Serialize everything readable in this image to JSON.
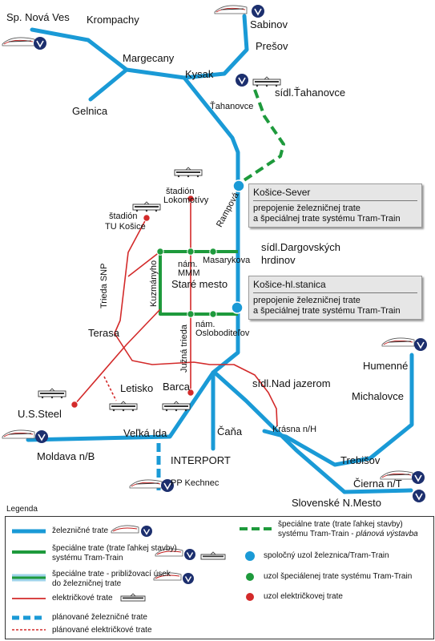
{
  "places": {
    "sp_nova_ves": "Sp. Nová Ves",
    "krompachy": "Krompachy",
    "margecany": "Margecany",
    "gelnica": "Gelnica",
    "kysak": "Kysak",
    "sabinov": "Sabinov",
    "presov": "Prešov",
    "sidl_tahanovce": "sídl.Ťahanovce",
    "tahanovce": "Ťahanovce",
    "stadion_lokomotivy_1": "štadión",
    "stadion_lokomotivy_2": "Lokomotívy",
    "stadion_tu_1": "štadión",
    "stadion_tu_2": "TU Košice",
    "rampova": "Rampová",
    "nam_mmm_1": "nám.",
    "nam_mmm_2": "MMM",
    "masarykova": "Masarykova",
    "sidl_dargovskych_1": "sídl.Dargovských",
    "sidl_dargovskych_2": "hrdinov",
    "trieda_snp": "Trieda SNP",
    "kuzmanyho": "Kuzmányho",
    "stare_mesto": "Staré mesto",
    "nam_osloboditelov_1": "nám.",
    "nam_osloboditelov_2": "Osloboditeľov",
    "juzna_trieda": "Južná trieda",
    "terasa": "Terasa",
    "us_steel": "U.S.Steel",
    "letisko": "Letisko",
    "barca": "Barca",
    "sidl_nad_jazerom": "sídl.Nad jazerom",
    "humenne": "Humenné",
    "michalovce": "Michalovce",
    "krasna": "Krásna n/H",
    "velka_ida": "Veľká Ida",
    "cana": "Čaňa",
    "interport": "INTERPORT",
    "pp_kechnec": "PP Kechnec",
    "moldava": "Moldava n/B",
    "trebisov": "Trebišov",
    "cierna": "Čierna n/T",
    "slovenske_mesto": "Slovenské N.Mesto"
  },
  "callouts": {
    "sever": {
      "title": "Košice-Sever",
      "line1": "prepojenie železničnej trate",
      "line2": "a špeciálnej trate systému Tram-Train"
    },
    "stanica": {
      "title": "Košice-hl.stanica",
      "line1": "prepojenie železničnej trate",
      "line2": "a špeciálnej trate systému Tram-Train"
    }
  },
  "legend": {
    "title": "Legenda",
    "rail": "železničné trate",
    "special_1": "špeciálne trate (trate ľahkej stavby)",
    "special_2": "systému Tram-Train",
    "approach_1": "špeciálne trate - približovací úsek",
    "approach_2": "do železničnej trate",
    "tram": "električkové trate",
    "planned_rail": "plánované železničné trate",
    "planned_tram": "plánované električkové trate",
    "special_planned_1": "špeciálne trate (trate ľahkej stavby)",
    "special_planned_2": "systému Tram-Train - ",
    "special_planned_3": "plánová výstavba",
    "node_common": "spoločný uzol železnica/Tram-Train",
    "node_special": "uzol špeciálenej trate systému Tram-Train",
    "node_tram": "uzol električkovej trate"
  },
  "colors": {
    "rail": "#1a9ad6",
    "special": "#1e9a3c",
    "tram": "#d32a2a",
    "approach": "#9fd4ea",
    "callout_bg": "#e6e6e6"
  },
  "icons": [
    "high-speed-train-icon",
    "tram-icon",
    "operator-logo-icon"
  ]
}
